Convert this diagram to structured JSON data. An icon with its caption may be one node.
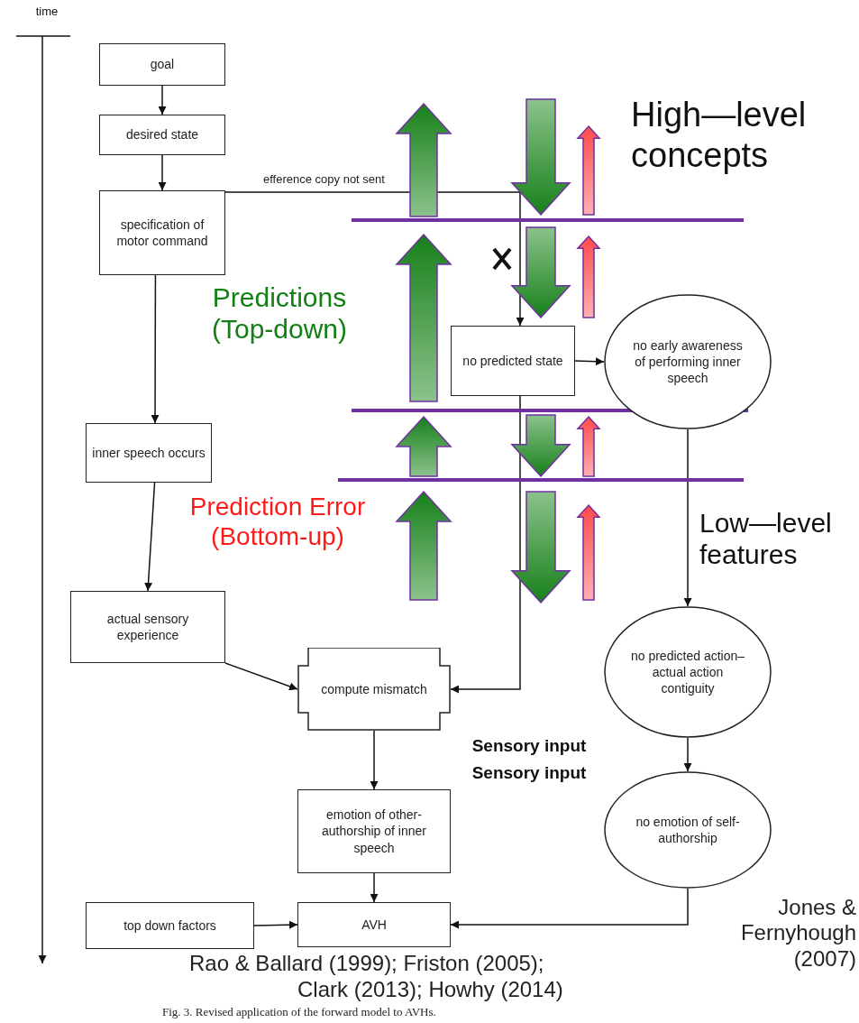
{
  "diagram": {
    "caption": "Fig. 3. Revised application of the forward model to AVHs.",
    "nodes": [
      {
        "text": [
          "goal"
        ]
      },
      {
        "text": [
          "desired state"
        ]
      },
      {
        "text": [
          "specification of motor command"
        ]
      },
      {
        "text": [
          "no predicted state"
        ]
      },
      {
        "text": [
          "no early awareness of performing inner speech"
        ]
      },
      {
        "text": [
          "inner speech occurs"
        ]
      },
      {
        "text": [
          "actual sensory experience"
        ]
      },
      {
        "text": [
          "compute mismatch"
        ]
      },
      {
        "text": [
          "no predicted action–actual action contiguity"
        ]
      },
      {
        "text": [
          "emotion of other-authorship of inner speech"
        ]
      },
      {
        "text": [
          "no emotion of self-authorship"
        ]
      },
      {
        "text": [
          "top down factors"
        ]
      },
      {
        "text": [
          "AVH"
        ]
      }
    ],
    "edges": [
      {
        "from": 0,
        "to": 1,
        "arrow": "to"
      },
      {
        "from": 1,
        "to": 2,
        "arrow": "to"
      },
      {
        "from": 2,
        "to": 3,
        "arrow": "to",
        "label": "efference copy not sent"
      },
      {
        "from": 3,
        "to": 4,
        "arrow": "to"
      },
      {
        "from": 2,
        "to": 5,
        "arrow": "to"
      },
      {
        "from": 5,
        "to": 6,
        "arrow": "to"
      },
      {
        "from": 6,
        "to": 7,
        "arrow": "to"
      },
      {
        "from": 3,
        "to": 7,
        "arrow": "to"
      },
      {
        "from": 4,
        "to": 8,
        "arrow": "to"
      },
      {
        "from": 8,
        "to": 10,
        "arrow": "to"
      },
      {
        "from": 7,
        "to": 9,
        "arrow": "to"
      },
      {
        "from": 9,
        "to": 12,
        "arrow": "to"
      },
      {
        "from": 11,
        "to": 12,
        "arrow": "to"
      },
      {
        "from": 10,
        "to": 12,
        "arrow": "to"
      }
    ],
    "labels": [
      "time",
      "High—level concepts",
      "Predictions (Top-down)",
      "Prediction Error (Bottom-up)",
      "Low—level features",
      "Sensory input",
      "Sensory input",
      "Jones & Fernyhough (2007)",
      "Rao & Ballard (1999); Friston (2005);",
      "Clark (2013); Howhy (2014)"
    ]
  }
}
